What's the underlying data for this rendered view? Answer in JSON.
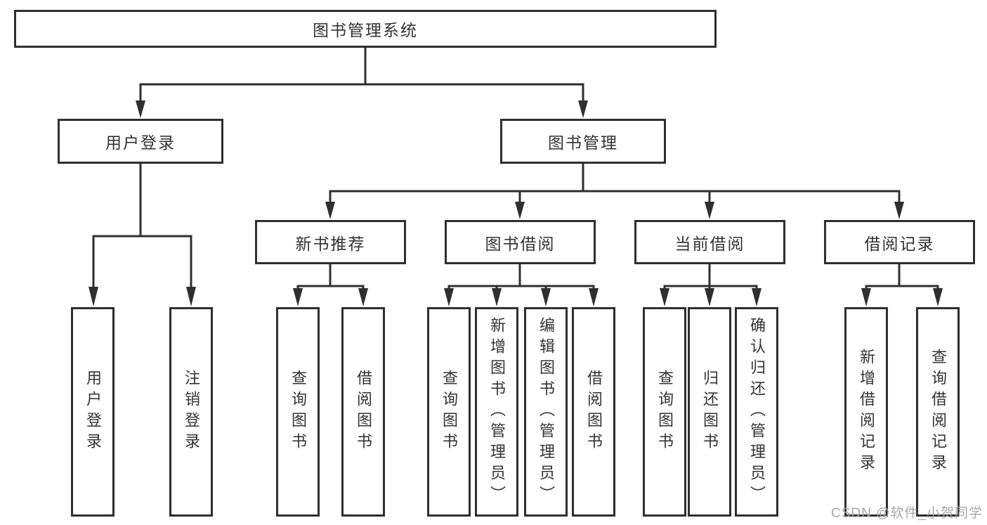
{
  "diagram": {
    "root": "图书管理系统",
    "branches": {
      "user_login": {
        "label": "用户登录",
        "children": [
          "用户登录",
          "注销登录"
        ]
      },
      "book_mgmt": {
        "label": "图书管理",
        "sections": {
          "new_books": {
            "label": "新书推荐",
            "children": [
              "查询图书",
              "借阅图书"
            ]
          },
          "borrowing": {
            "label": "图书借阅",
            "children": [
              "查询图书",
              "新增图书（管理员）",
              "编辑图书（管理员）",
              "借阅图书"
            ]
          },
          "current": {
            "label": "当前借阅",
            "children": [
              "查询图书",
              "归还图书",
              "确认归还（管理员）"
            ]
          },
          "records": {
            "label": "借阅记录",
            "children": [
              "新增借阅记录",
              "查询借阅记录"
            ]
          }
        }
      }
    },
    "line_color": "#2f2f2f",
    "background_color": "#ffffff",
    "watermark": "CSDN @软件_小贺同学"
  }
}
